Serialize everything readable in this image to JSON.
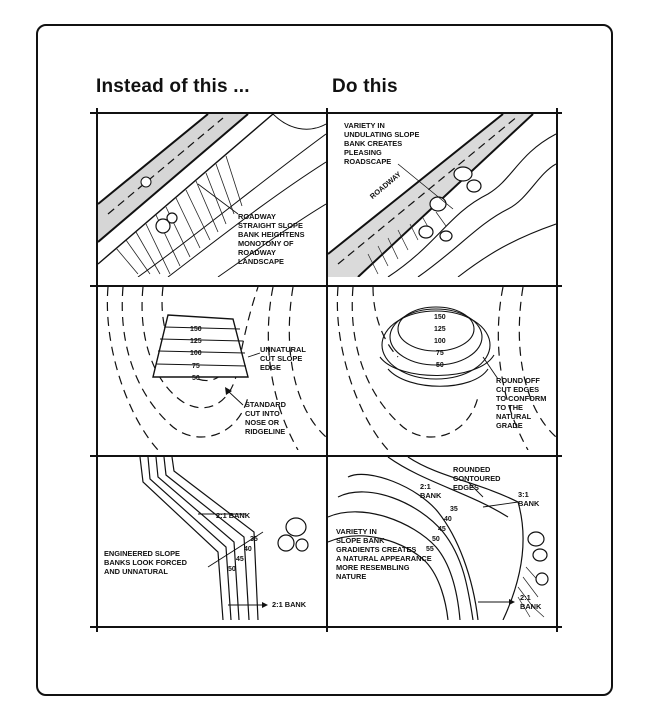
{
  "headings": {
    "left": "Instead of this ...",
    "right": "Do this"
  },
  "panels": {
    "p1": {
      "note": "ROADWAY\nSTRAIGHT SLOPE\nBANK HEIGHTENS\nMONOTONY OF\nROADWAY\nLANDSCAPE"
    },
    "p2": {
      "note": "VARIETY IN\nUNDULATING SLOPE\nBANK CREATES\nPLEASING\nROADSCAPE",
      "road_label": "ROADWAY"
    },
    "p3": {
      "note_a": "UNNATURAL\nCUT SLOPE\nEDGE",
      "note_b": "STANDARD\nCUT INTO\nNOSE OR\nRIDGELINE",
      "contours": [
        "150",
        "125",
        "100",
        "75",
        "50"
      ]
    },
    "p4": {
      "note": "ROUND OFF\nCUT EDGES\nTO CONFORM\nTO THE\nNATURAL\nGRADE",
      "contours": [
        "150",
        "125",
        "100",
        "75",
        "50"
      ]
    },
    "p5": {
      "note": "ENGINEERED SLOPE\nBANKS LOOK FORCED\nAND UNNATURAL",
      "bank_top": "2:1 BANK",
      "bank_bottom": "2:1 BANK",
      "contours": [
        "35",
        "40",
        "45",
        "50"
      ]
    },
    "p6": {
      "note": "VARIETY IN\nSLOPE BANK\nGRADIENTS CREATES\nA NATURAL APPEARANCE\nMORE RESEMBLING\nNATURE",
      "note_top": "ROUNDED\nCONTOURED\nEDGES",
      "bank_a": "2:1\nBANK",
      "bank_b": "3:1\nBANK",
      "bank_c": "2:1\nBANK",
      "contours": [
        "35",
        "40",
        "45",
        "50",
        "55"
      ]
    }
  }
}
